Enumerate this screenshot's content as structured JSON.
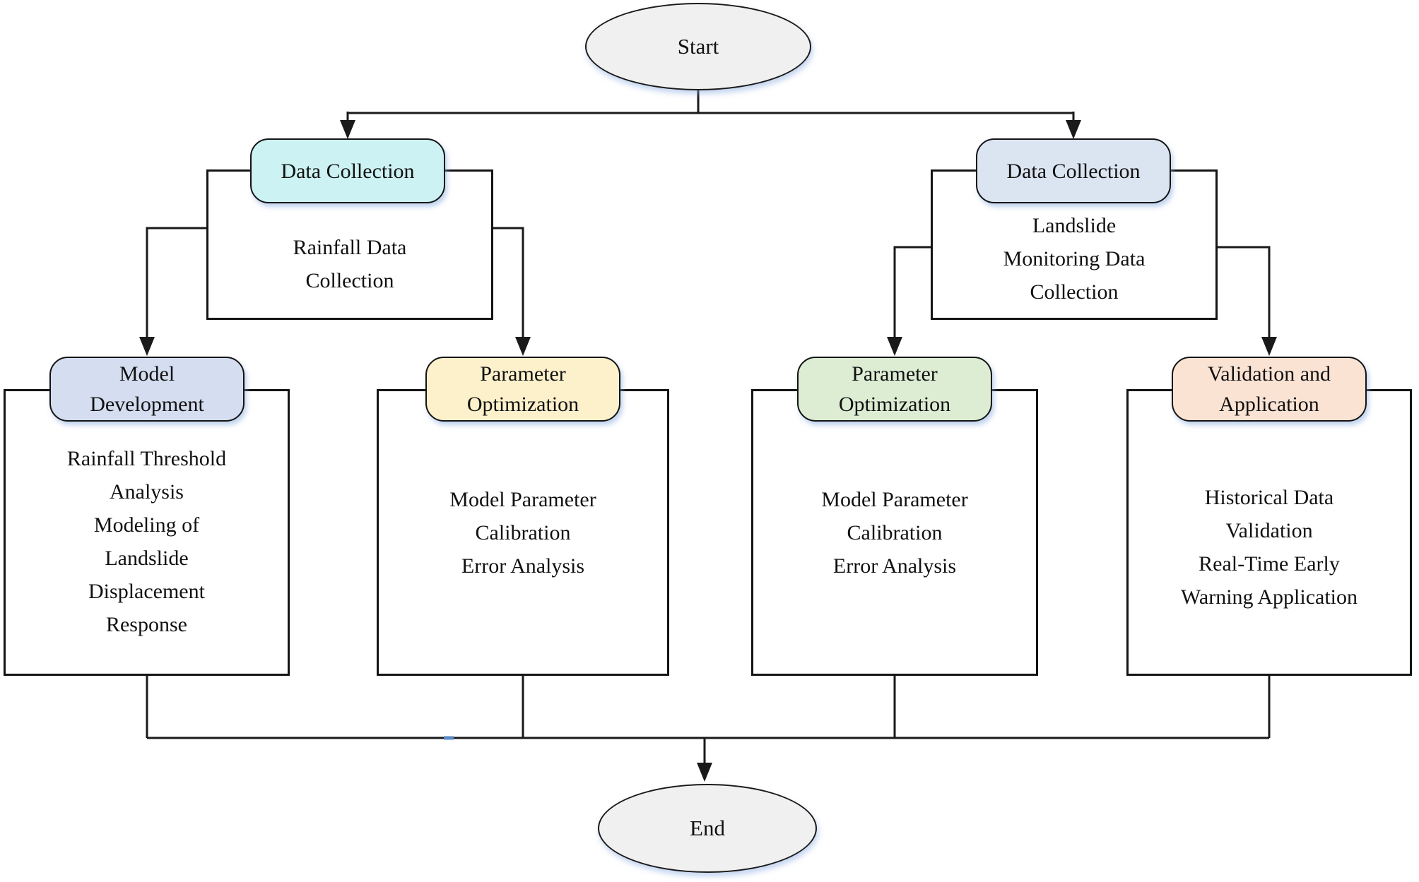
{
  "diagram": {
    "start_label": "Start",
    "end_label": "End",
    "terminator_fill": "#f0f0f0",
    "line_color": "#1a1a1a",
    "artifact_dash_color": "#5b8ac5",
    "top_branches": [
      {
        "badge": "Data Collection",
        "badge_color": "#cdf2f4",
        "body_lines": [
          "Rainfall Data",
          "Collection"
        ]
      },
      {
        "badge": "Data Collection",
        "badge_color": "#dbe5f2",
        "body_lines": [
          "Landslide",
          "Monitoring Data",
          "Collection"
        ]
      }
    ],
    "stages": [
      {
        "badge_lines": [
          "Model",
          "Development"
        ],
        "badge_color": "#d5ddf0",
        "body_lines": [
          "Rainfall Threshold",
          "Analysis",
          "Modeling of",
          "Landslide",
          "Displacement",
          "Response"
        ]
      },
      {
        "badge_lines": [
          "Parameter",
          "Optimization"
        ],
        "badge_color": "#fdf1cb",
        "body_lines": [
          "Model Parameter",
          "Calibration",
          "Error Analysis"
        ]
      },
      {
        "badge_lines": [
          "Parameter",
          "Optimization"
        ],
        "badge_color": "#dcedd3",
        "body_lines": [
          "Model Parameter",
          "Calibration",
          "Error Analysis"
        ]
      },
      {
        "badge_lines": [
          "Validation and",
          "Application"
        ],
        "badge_color": "#fbe3d4",
        "body_lines": [
          "Historical Data",
          "Validation",
          "Real-Time Early",
          "Warning Application"
        ]
      }
    ]
  }
}
